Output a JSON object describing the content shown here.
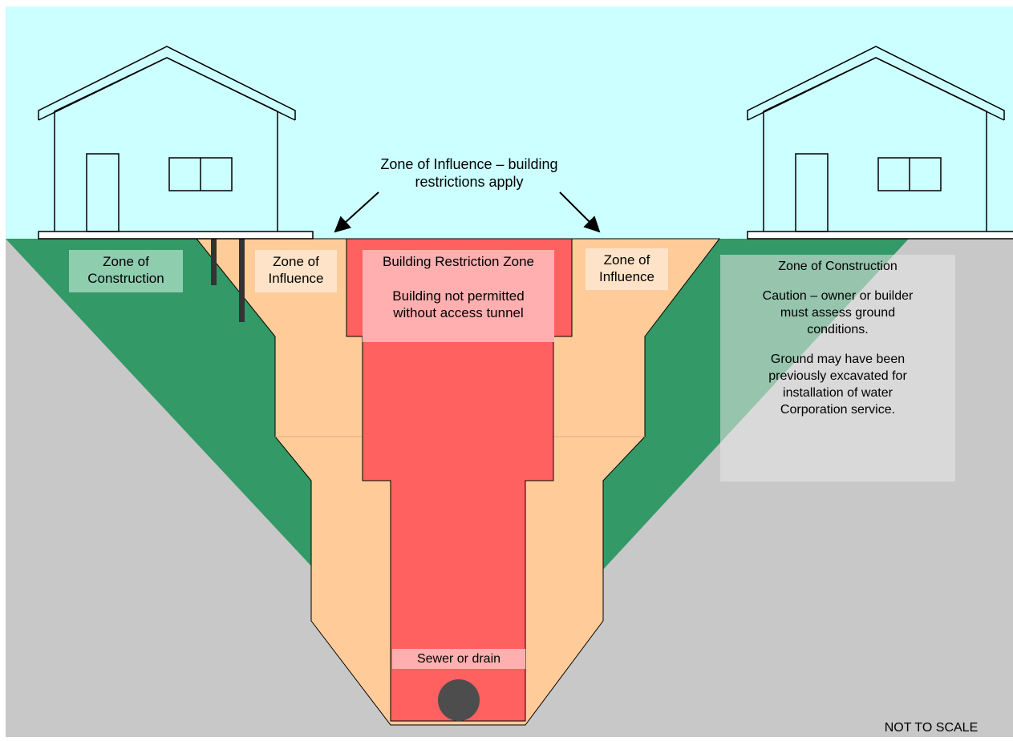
{
  "colors": {
    "sky": "#CCFFFF",
    "ground": "#C8C8C8",
    "construction_zone": "#339966",
    "influence_zone": "#FFCC99",
    "restriction_zone": "#FF6060",
    "pipe": "#4D4D4D"
  },
  "callout": {
    "line1": "Zone of Influence – building",
    "line2": "restrictions apply"
  },
  "labels": {
    "construction_left": {
      "line1": "Zone of",
      "line2": "Construction"
    },
    "influence_left": {
      "line1": "Zone of",
      "line2": "Influence"
    },
    "influence_right": {
      "line1": "Zone of",
      "line2": "Influence"
    },
    "restriction": {
      "title": "Building Restriction Zone",
      "line1": "Building not permitted",
      "line2": "without access tunnel"
    },
    "construction_right": {
      "title": "Zone of Construction",
      "caution1": "Caution – owner or builder",
      "caution2": "must assess ground",
      "caution3": "conditions.",
      "ground1": "Ground may have been",
      "ground2": "previously excavated for",
      "ground3": "installation of water",
      "ground4": "Corporation service."
    },
    "sewer": "Sewer or drain",
    "scale_note": "NOT TO SCALE"
  },
  "icons": {
    "left_house": "house-icon",
    "right_house": "house-icon",
    "pipe": "pipe-cross-section-icon"
  }
}
